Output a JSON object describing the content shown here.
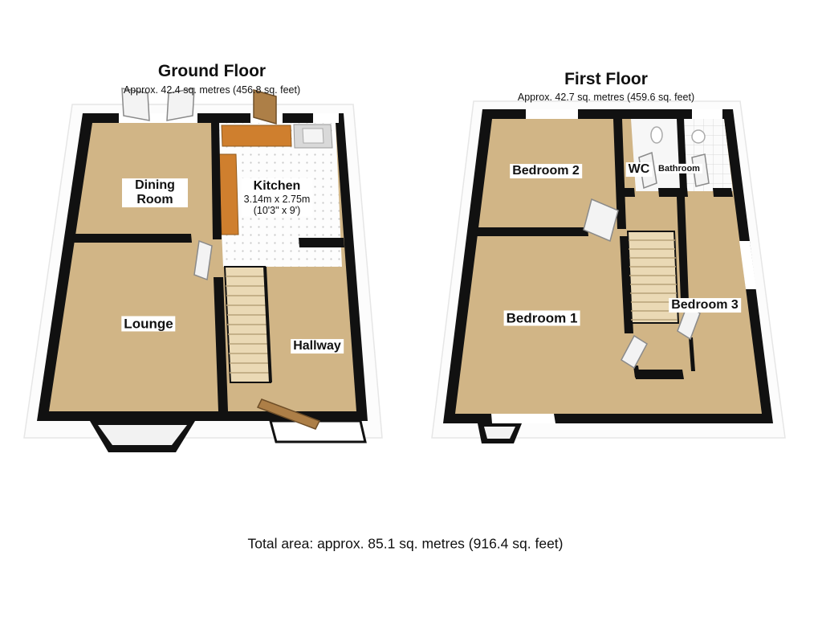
{
  "ground_floor": {
    "title": "Ground Floor",
    "subtitle": "Approx. 42.4 sq. metres (456.8 sq. feet)",
    "rooms": {
      "dining": "Dining Room",
      "kitchen": "Kitchen",
      "kitchen_dims_m": "3.14m x 2.75m",
      "kitchen_dims_ft": "(10'3\" x 9')",
      "lounge": "Lounge",
      "hallway": "Hallway"
    }
  },
  "first_floor": {
    "title": "First Floor",
    "subtitle": "Approx. 42.7 sq. metres (459.6 sq. feet)",
    "rooms": {
      "bedroom2": "Bedroom 2",
      "wc": "WC",
      "bathroom": "Bathroom",
      "bedroom1": "Bedroom 1",
      "bedroom3": "Bedroom 3"
    }
  },
  "footer": {
    "total_area": "Total area: approx. 85.1 sq. metres (916.4 sq. feet)"
  },
  "colors": {
    "wall": "#111111",
    "floor": "#d1b586",
    "kitchen_counter": "#cf7f2e",
    "stairs": "#ead9b5",
    "label_bg": "#ffffff"
  }
}
